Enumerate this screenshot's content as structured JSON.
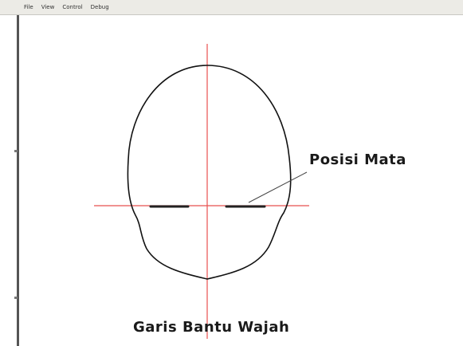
{
  "menu": {
    "file": "File",
    "view": "View",
    "control": "Control",
    "debug": "Debug"
  },
  "drawing": {
    "eye_position_label": "Posisi Mata",
    "face_guide_label": "Garis Bantu Wajah"
  },
  "colors": {
    "guide_line": "#e8504f",
    "outline": "#111111",
    "menubar": "#ecebe6"
  }
}
